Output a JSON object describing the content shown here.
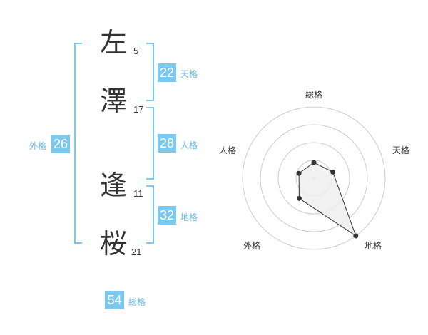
{
  "name_chars": [
    {
      "char": "左",
      "strokes": "5"
    },
    {
      "char": "澤",
      "strokes": "17"
    },
    {
      "char": "逢",
      "strokes": "11"
    },
    {
      "char": "桜",
      "strokes": "21"
    }
  ],
  "kakusu": {
    "tenkaku": {
      "label": "天格",
      "value": "22"
    },
    "jinkaku": {
      "label": "人格",
      "value": "28"
    },
    "chikaku": {
      "label": "地格",
      "value": "32"
    },
    "gaikaku": {
      "label": "外格",
      "value": "26"
    },
    "soukaku": {
      "label": "総格",
      "value": "54"
    }
  },
  "radar": {
    "axes": [
      "総格",
      "天格",
      "地格",
      "外格",
      "人格"
    ],
    "levels": [
      0.22,
      0.28,
      1.0,
      0.35,
      0.22
    ],
    "colors": {
      "fill": "#eeeeee",
      "line": "#333333",
      "ring": "#cccccc",
      "point": "#333333"
    }
  },
  "accent_color": "#7cc9f0"
}
